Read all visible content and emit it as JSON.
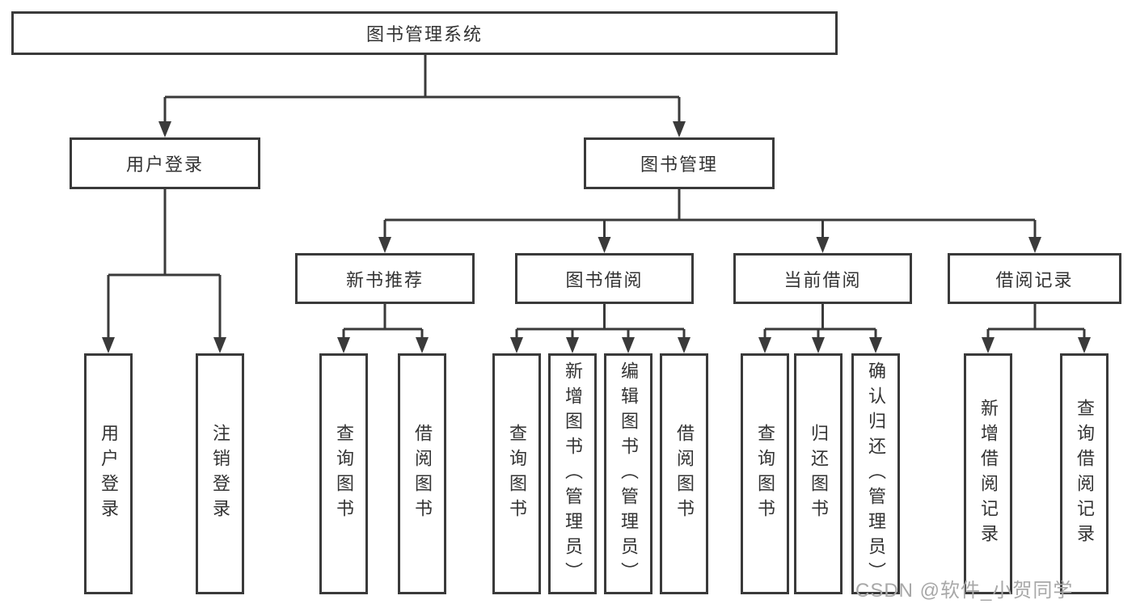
{
  "tree": {
    "label": "图书管理系统",
    "children": [
      {
        "label": "用户登录",
        "children": [
          {
            "label": "用户登录"
          },
          {
            "label": "注销登录"
          }
        ]
      },
      {
        "label": "图书管理",
        "children": [
          {
            "label": "新书推荐",
            "children": [
              {
                "label": "查询图书"
              },
              {
                "label": "借阅图书"
              }
            ]
          },
          {
            "label": "图书借阅",
            "children": [
              {
                "label": "查询图书"
              },
              {
                "label": "新增图书（管理员）"
              },
              {
                "label": "编辑图书（管理员）"
              },
              {
                "label": "借阅图书"
              }
            ]
          },
          {
            "label": "当前借阅",
            "children": [
              {
                "label": "查询图书"
              },
              {
                "label": "归还图书"
              },
              {
                "label": "确认归还（管理员）"
              }
            ]
          },
          {
            "label": "借阅记录",
            "children": [
              {
                "label": "新增借阅记录"
              },
              {
                "label": "查询借阅记录"
              }
            ]
          }
        ]
      }
    ]
  },
  "watermark": {
    "text": "CSDN @软件_小贺同学"
  },
  "colors": {
    "box_border": "#3a3a3a",
    "box_fill": "#ffffff",
    "text": "#333333",
    "connector": "#3a3a3a",
    "watermark": "#a8a8a8",
    "background": "#ffffff"
  }
}
